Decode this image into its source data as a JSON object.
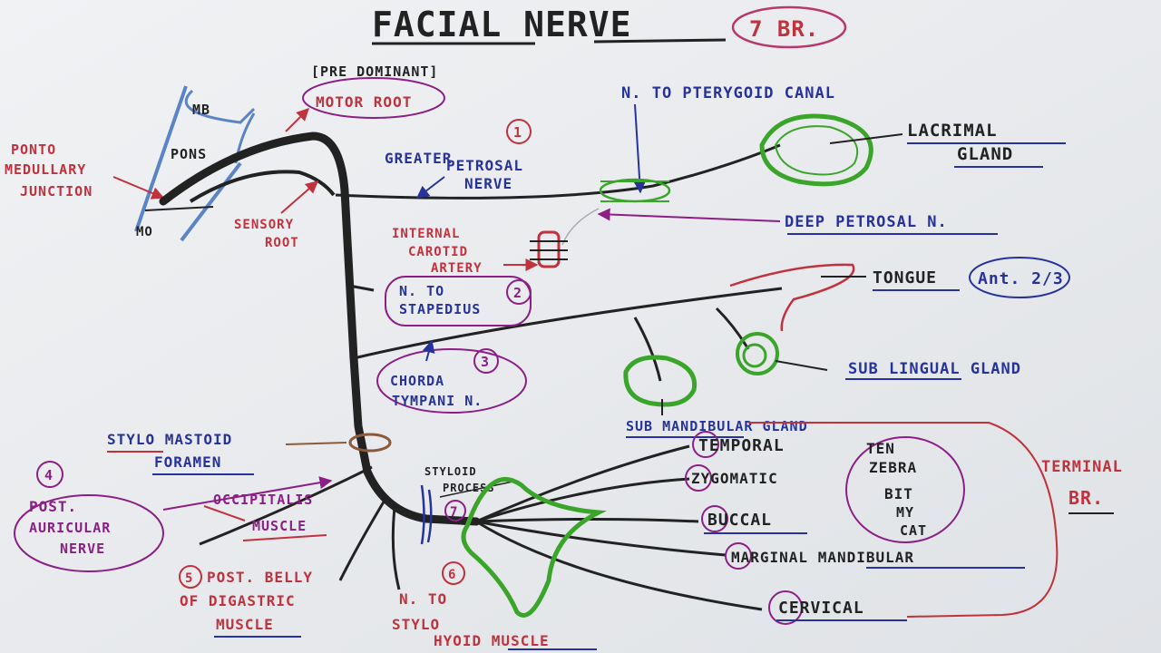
{
  "title": {
    "main": "FACIAL NERVE",
    "branches_badge": "7 BR."
  },
  "brainstem": {
    "mb": "MB",
    "pons": "PONS",
    "mo": "MO",
    "ponto1": "PONTO",
    "ponto2": "MEDULLARY",
    "ponto3": "JUNCTION"
  },
  "roots": {
    "predominant": "[PRE DOMINANT]",
    "motor": "MOTOR ROOT",
    "sensory1": "SENSORY",
    "sensory2": "ROOT"
  },
  "branches": {
    "gpn_num": "1",
    "gpn1": "GREATER",
    "gpn2": "PETROSAL",
    "gpn3": "NERVE",
    "ica1": "INTERNAL",
    "ica2": "CAROTID",
    "ica3": "ARTERY",
    "pterygoid": "N. TO PTERYGOID CANAL",
    "lacrimal1": "LACRIMAL",
    "lacrimal2": "GLAND",
    "deep_petrosal": "DEEP PETROSAL N.",
    "tongue": "TONGUE",
    "tongue_badge": "Ant. 2/3",
    "stap_num": "2",
    "stap1": "N. TO",
    "stap2": "STAPEDIUS",
    "chorda_num": "3",
    "chorda1": "CHORDA",
    "chorda2": "TYMPANI N.",
    "sublingual": "SUB LINGUAL GLAND",
    "submandibular": "SUB MANDIBULAR GLAND",
    "stylo1": "STYLO MASTOID",
    "stylo2": "FORAMEN",
    "pan_num": "4",
    "pan1": "POST.",
    "pan2": "AURICULAR",
    "pan3": "NERVE",
    "occ1": "OCCIPITALIS",
    "occ2": "MUSCLE",
    "dig_num": "5",
    "dig1": "POST. BELLY",
    "dig2": "OF DIGASTRIC",
    "dig3": "MUSCLE",
    "sh_num": "6",
    "sh1": "N. TO",
    "sh2": "STYLO",
    "sh3": "HYOID MUSCLE",
    "styloid1": "STYLOID",
    "styloid2": "PROCESS",
    "styloid_num": "7"
  },
  "terminal": {
    "temporal": "TEMPORAL",
    "zygomatic": "ZYGOMATIC",
    "buccal": "BUCCAL",
    "marginal": "MARGINAL MANDIBULAR",
    "cervical": "CERVICAL",
    "mn1": "TEN",
    "mn2": "ZEBRA",
    "mn3": "BIT",
    "mn4": "MY",
    "mn5": "CAT",
    "label1": "TERMINAL",
    "label2": "BR."
  },
  "colors": {
    "nerve": "#222222",
    "gland": "#3aa52a",
    "red_ink": "#c0333e",
    "blue_ink": "#27339a",
    "magenta_ink": "#8b1f86"
  }
}
